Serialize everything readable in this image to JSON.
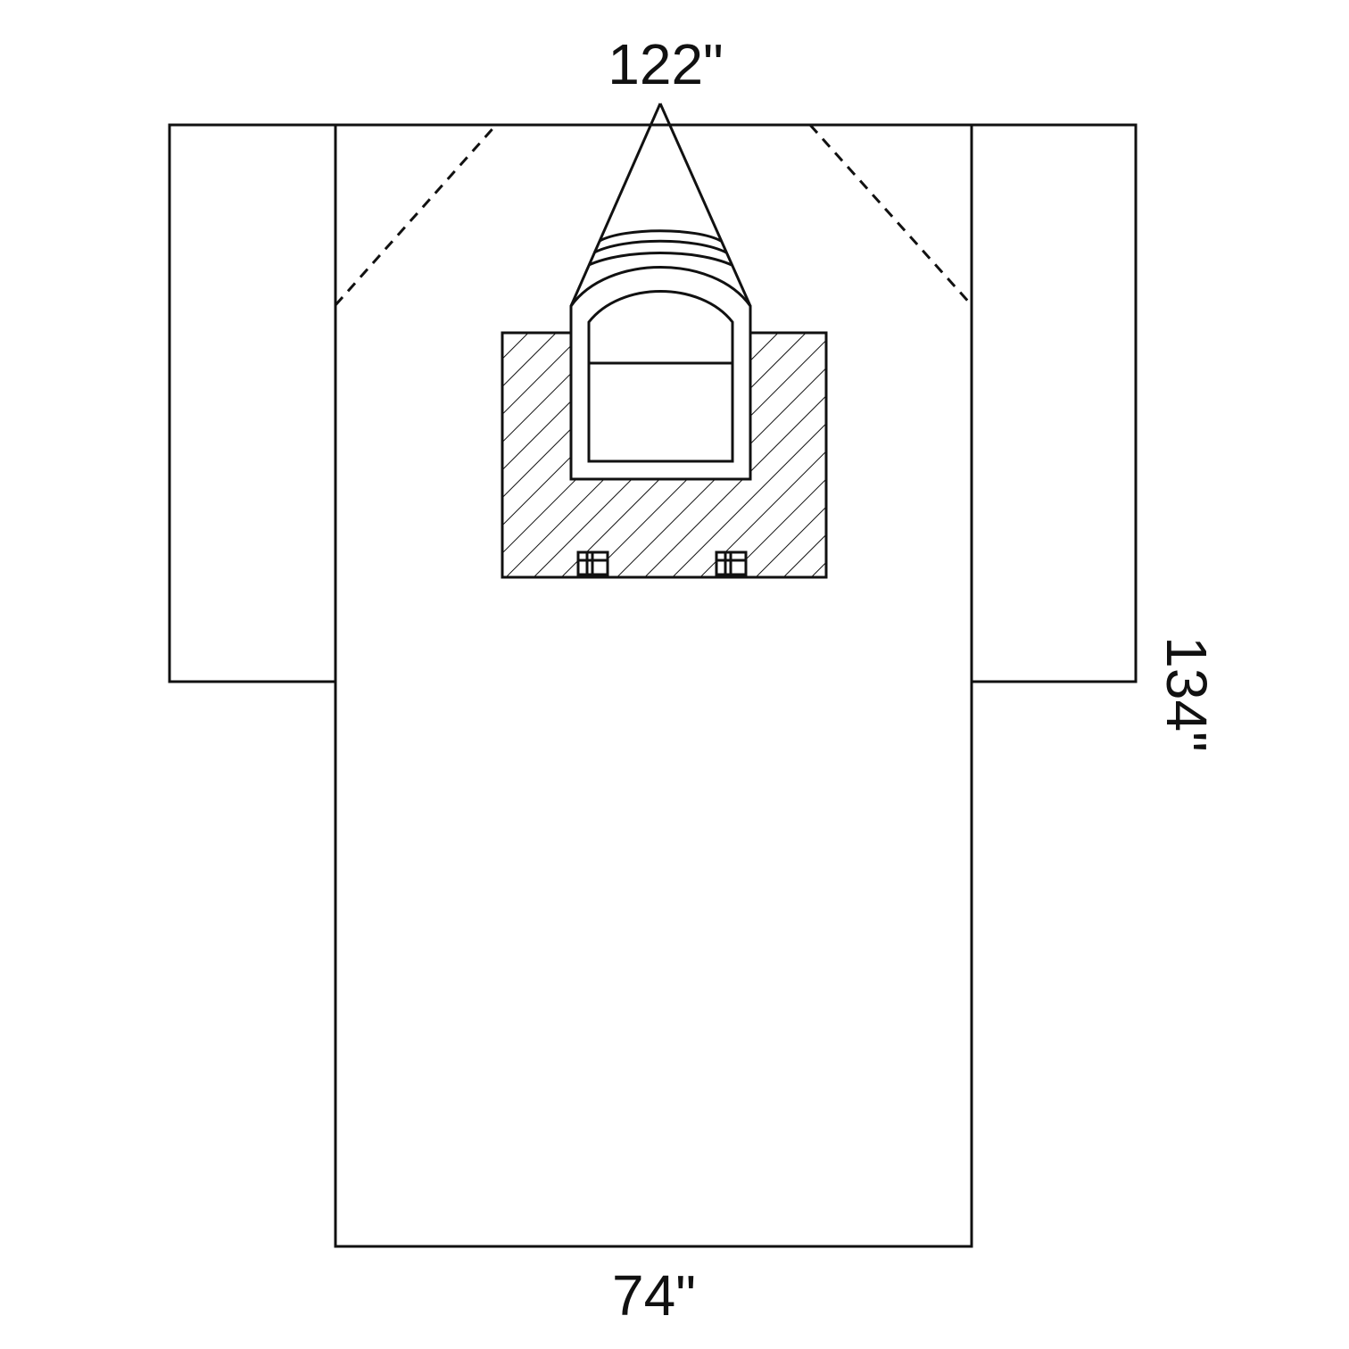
{
  "dimensions": {
    "width_with_armboards": "122\"",
    "length": "134\"",
    "width": "74\""
  },
  "colors": {
    "stroke": "#111111",
    "background": "#ffffff"
  }
}
